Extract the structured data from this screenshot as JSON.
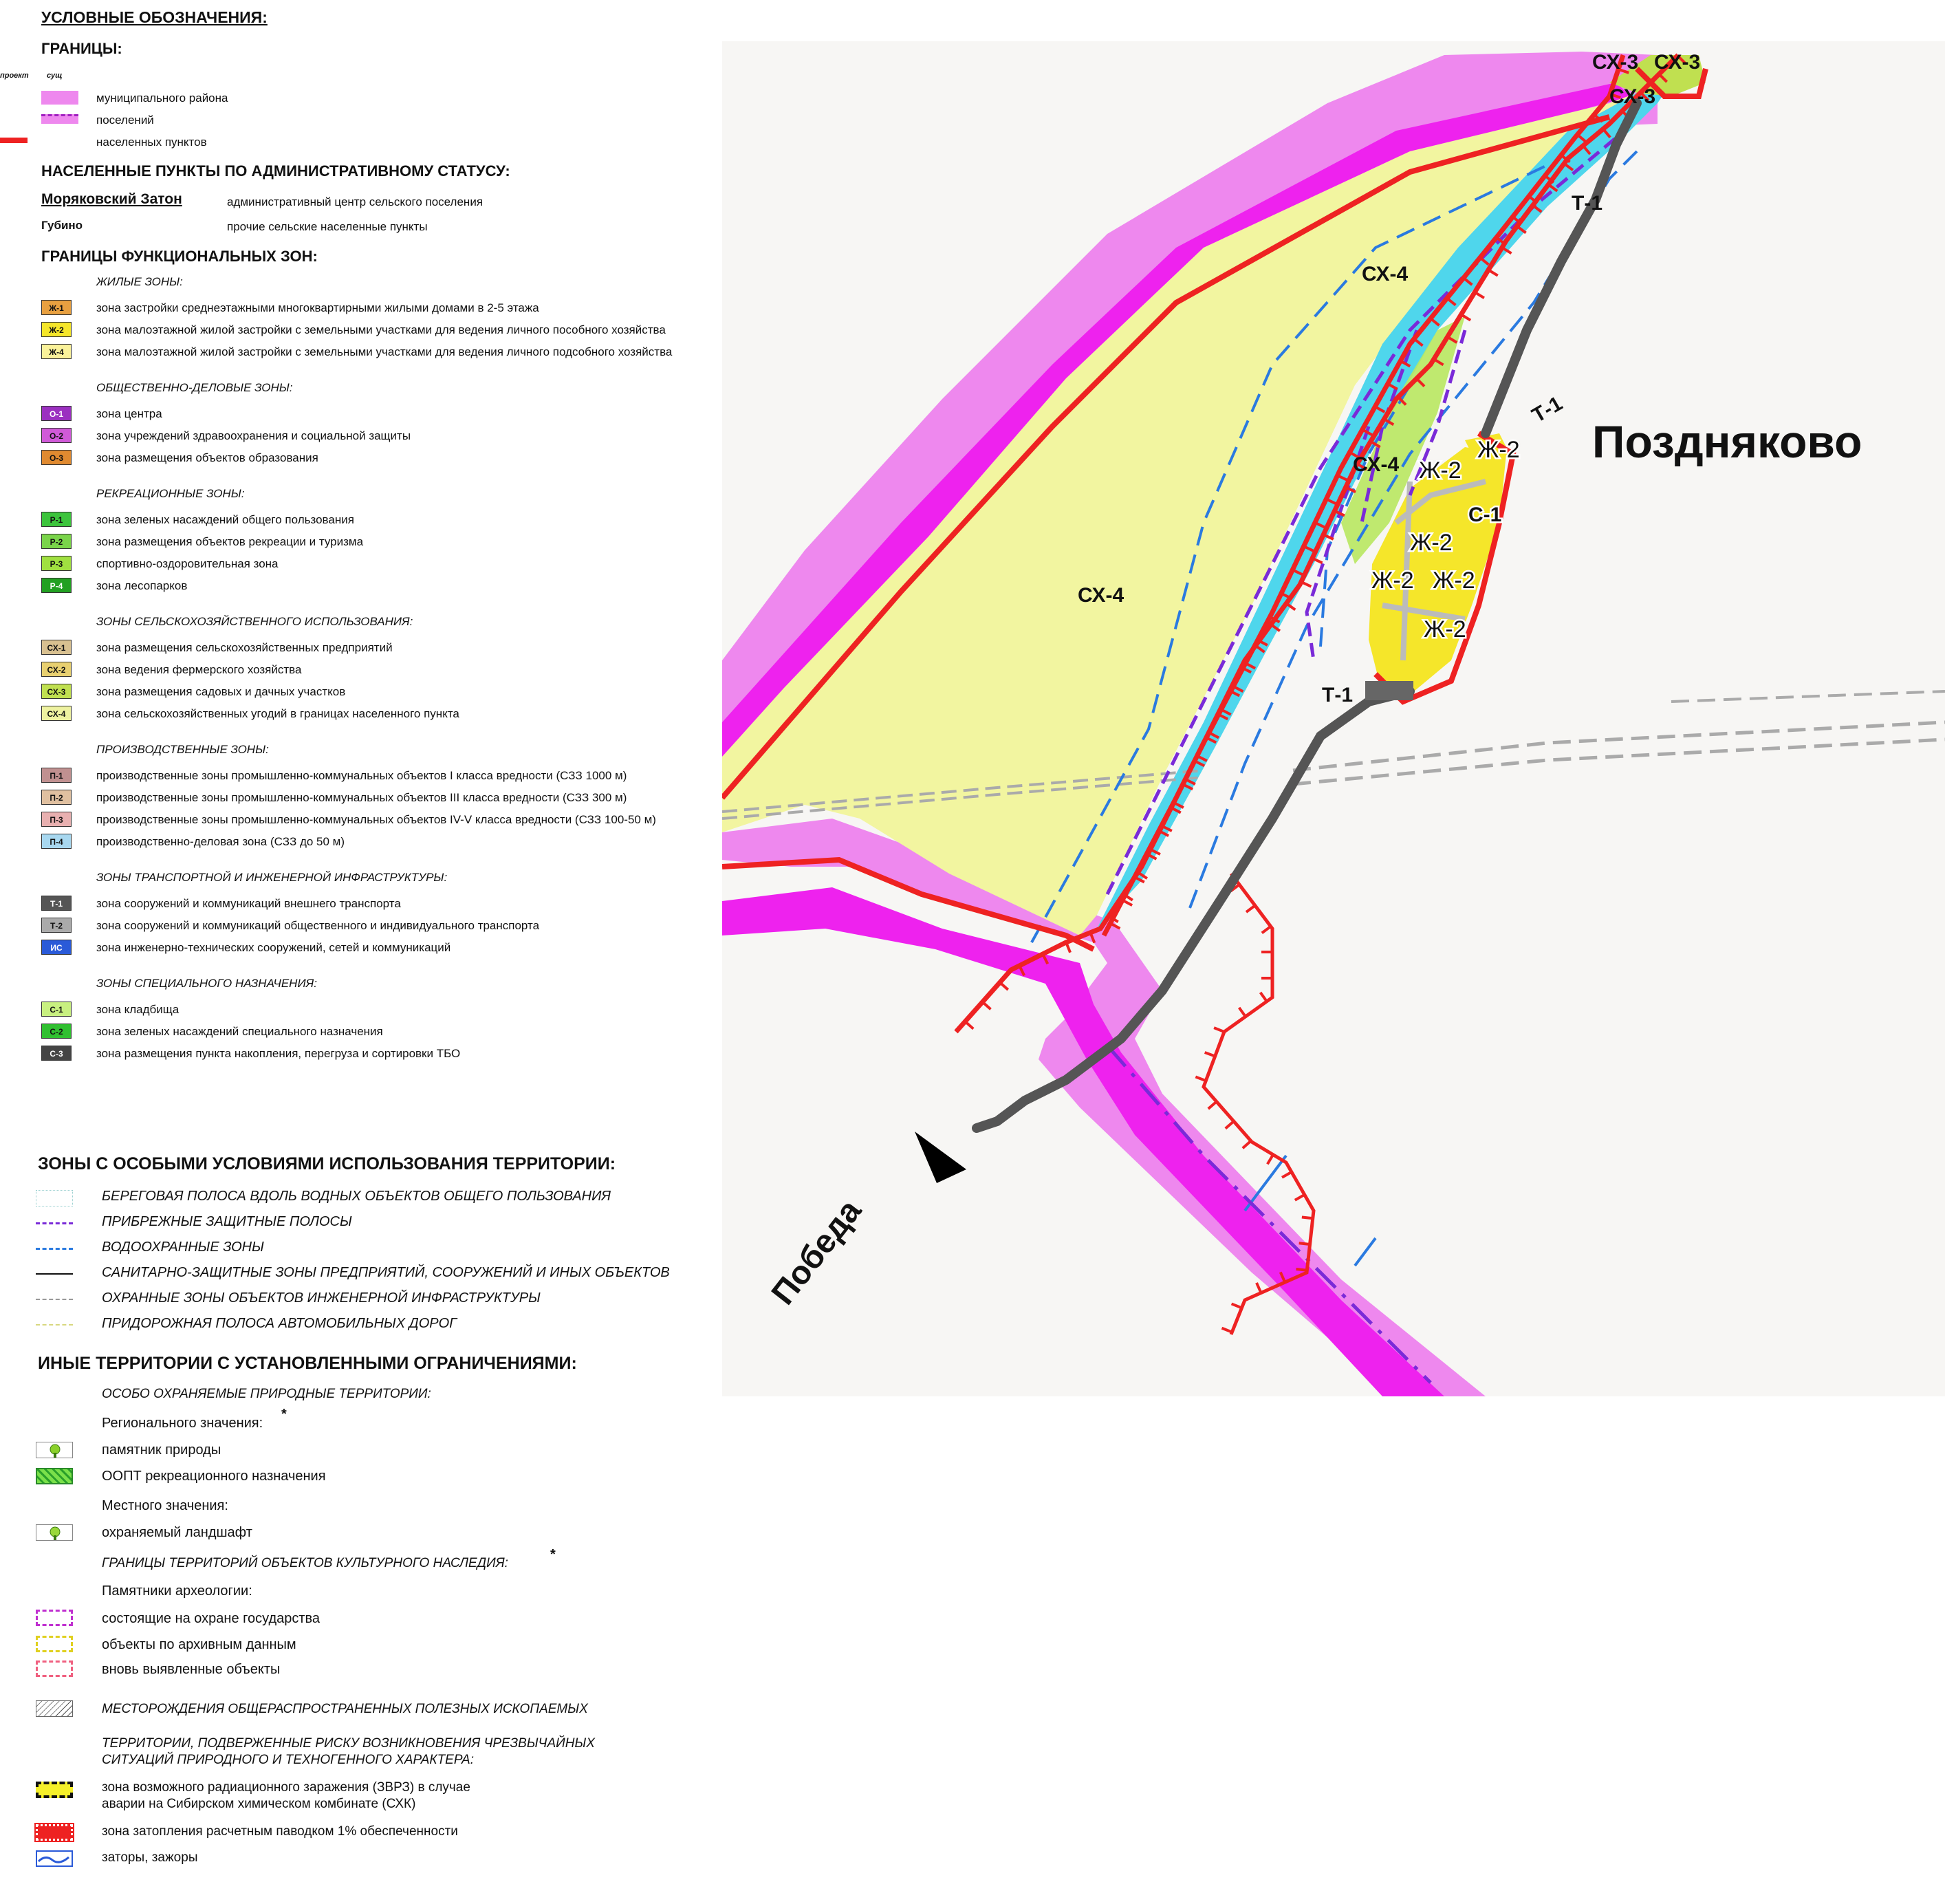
{
  "legend": {
    "title": "УСЛОВНЫЕ ОБОЗНАЧЕНИЯ:",
    "borders_header": "ГРАНИЦЫ:",
    "col_project": "проект",
    "col_existing": "сущ",
    "borders": [
      "муниципального района",
      "поселений",
      "населенных пунктов"
    ],
    "settlements_header": "НАСЕЛЕННЫЕ ПУНКТЫ ПО АДМИНИСТРАТИВНОМУ СТАТУСУ:",
    "settlement_center_name": "Моряковский Затон",
    "settlement_center_desc": "административный центр сельского поселения",
    "settlement_other_name": "Губино",
    "settlement_other_desc": "прочие сельские населенные пункты",
    "zones_header": "ГРАНИЦЫ ФУНКЦИОНАЛЬНЫХ ЗОН:",
    "groups": [
      {
        "title": "ЖИЛЫЕ ЗОНЫ:",
        "items": [
          {
            "code": "Ж-1",
            "color": "#e8a040",
            "text": "зона застройки среднеэтажными многоквартирными жилыми домами в 2-5 этажа"
          },
          {
            "code": "Ж-2",
            "color": "#f5e62a",
            "text": "зона малоэтажной жилой застройки с земельными участками для ведения личного пособного хозяйства"
          },
          {
            "code": "Ж-4",
            "color": "#faf29a",
            "text": "зона малоэтажной жилой застройки с земельными участками для ведения личного подсобного хозяйства"
          }
        ]
      },
      {
        "title": "ОБЩЕСТВЕННО-ДЕЛОВЫЕ ЗОНЫ:",
        "items": [
          {
            "code": "О-1",
            "color": "#9b30c0",
            "text": "зона центра"
          },
          {
            "code": "О-2",
            "color": "#d05ad8",
            "text": "зона учреждений здравоохранения и социальной защиты"
          },
          {
            "code": "О-3",
            "color": "#e08a30",
            "text": "зона размещения объектов образования"
          }
        ]
      },
      {
        "title": "РЕКРЕАЦИОННЫЕ ЗОНЫ:",
        "items": [
          {
            "code": "Р-1",
            "color": "#3cc43c",
            "text": "зона зеленых насаждений общего пользования"
          },
          {
            "code": "Р-2",
            "color": "#7ad44a",
            "text": "зона размещения объектов рекреации и туризма"
          },
          {
            "code": "Р-3",
            "color": "#a0e040",
            "text": "спортивно-оздоровительная зона"
          },
          {
            "code": "Р-4",
            "color": "#22a022",
            "text": "зона лесопарков"
          }
        ]
      },
      {
        "title": "ЗОНЫ СЕЛЬСКОХОЗЯЙСТВЕННОГО ИСПОЛЬЗОВАНИЯ:",
        "items": [
          {
            "code": "СХ-1",
            "color": "#d8c090",
            "text": "зона размещения сельскохозяйственных предприятий"
          },
          {
            "code": "СХ-2",
            "color": "#e8d070",
            "text": "зона ведения фермерского хозяйства"
          },
          {
            "code": "СХ-3",
            "color": "#c0e050",
            "text": "зона размещения садовых и дачных участков"
          },
          {
            "code": "СХ-4",
            "color": "#eef2a0",
            "text": "зона сельскохозяйственных угодий в границах населенного пункта"
          }
        ]
      },
      {
        "title": "ПРОИЗВОДСТВЕННЫЕ ЗОНЫ:",
        "items": [
          {
            "code": "П-1",
            "color": "#c09090",
            "text": "производственные зоны промышленно-коммунальных объектов I класса вредности (СЗЗ 1000 м)"
          },
          {
            "code": "П-2",
            "color": "#e0c0a0",
            "text": "производственные зоны промышленно-коммунальных объектов III класса вредности (СЗЗ 300 м)"
          },
          {
            "code": "П-3",
            "color": "#e8b0b0",
            "text": "производственные зоны промышленно-коммунальных объектов IV-V класса вредности (СЗЗ 100-50 м)"
          },
          {
            "code": "П-4",
            "color": "#a8d8f0",
            "text": "производственно-деловая зона (СЗЗ до 50 м)"
          }
        ]
      },
      {
        "title": "ЗОНЫ ТРАНСПОРТНОЙ И ИНЖЕНЕРНОЙ ИНФРАСТРУКТУРЫ:",
        "items": [
          {
            "code": "Т-1",
            "color": "#555555",
            "text": "зона сооружений и коммуникаций внешнего транспорта"
          },
          {
            "code": "Т-2",
            "color": "#aaaaaa",
            "text": "зона сооружений и коммуникаций общественного и индивидуального транспорта"
          },
          {
            "code": "ИС",
            "color": "#2a5ad8",
            "text": "зона инженерно-технических сооружений, сетей и коммуникаций"
          }
        ]
      },
      {
        "title": "ЗОНЫ СПЕЦИАЛЬНОГО НАЗНАЧЕНИЯ:",
        "items": [
          {
            "code": "С-1",
            "color": "#c8f080",
            "text": "зона кладбища"
          },
          {
            "code": "С-2",
            "color": "#30c030",
            "text": "зона зеленых насаждений специального назначения"
          },
          {
            "code": "С-3",
            "color": "#444444",
            "text": "зона размещения пункта накопления, перегруза и сортировки ТБО"
          }
        ]
      }
    ],
    "special_header": "ЗОНЫ С ОСОБЫМИ УСЛОВИЯМИ ИСПОЛЬЗОВАНИЯ ТЕРРИТОРИИ:",
    "special": [
      "БЕРЕГОВАЯ ПОЛОСА ВДОЛЬ ВОДНЫХ ОБЪЕКТОВ ОБЩЕГО ПОЛЬЗОВАНИЯ",
      "ПРИБРЕЖНЫЕ ЗАЩИТНЫЕ ПОЛОСЫ",
      "ВОДООХРАННЫЕ ЗОНЫ",
      "САНИТАРНО-ЗАЩИТНЫЕ ЗОНЫ ПРЕДПРИЯТИЙ, СООРУЖЕНИЙ И ИНЫХ ОБЪЕКТОВ",
      "ОХРАННЫЕ ЗОНЫ ОБЪЕКТОВ ИНЖЕНЕРНОЙ ИНФРАСТРУКТУРЫ",
      "ПРИДОРОЖНАЯ ПОЛОСА АВТОМОБИЛЬНЫХ ДОРОГ"
    ],
    "other_header": "ИНЫЕ ТЕРРИТОРИИ С УСТАНОВЛЕННЫМИ ОГРАНИЧЕНИЯМИ:",
    "oopt_title": "ОСОБО ОХРАНЯЕМЫЕ ПРИРОДНЫЕ ТЕРРИТОРИИ:",
    "regional": "Регионального значения:",
    "asterisk": "*",
    "nature_monument": "памятник природы",
    "oopt_recreation": "ООПТ рекреационного назначения",
    "local": "Местного значения:",
    "protected_landscape": "охраняемый ландшафт",
    "heritage_title": "ГРАНИЦЫ ТЕРРИТОРИЙ ОБЪЕКТОВ КУЛЬТУРНОГО НАСЛЕДИЯ:",
    "archaeology": "Памятники археологии:",
    "arch_items": [
      "состоящие на охране государства",
      "объекты по архивным данным",
      "вновь выявленные объекты"
    ],
    "deposits": "МЕСТОРОЖДЕНИЯ ОБЩЕРАСПРОСТРАНЕННЫХ ПОЛЕЗНЫХ ИСКОПАЕМЫХ",
    "risk_title_1": "ТЕРРИТОРИИ, ПОДВЕРЖЕННЫЕ РИСКУ ВОЗНИКНОВЕНИЯ ЧРЕЗВЫЧАЙНЫХ",
    "risk_title_2": "СИТУАЦИЙ ПРИРОДНОГО И ТЕХНОГЕННОГО ХАРАКТЕРА:",
    "zvrz_1": "зона возможного радиационного заражения (ЗВРЗ) в случае",
    "zvrz_2": "аварии на Сибирском химическом комбинате (СХК)",
    "flood": "зона затопления расчетным паводком 1% обеспеченности",
    "jams": "заторы, зажоры"
  },
  "map": {
    "village": "Поздняково",
    "direction": "Победа",
    "labels": {
      "cx3_a": "СХ-3",
      "cx3_b": "СХ-3",
      "cx3_c": "СХ-3",
      "t1_a": "Т-1",
      "t1_b": "Т-1",
      "t1_c": "Т-1",
      "cx4_a": "СХ-4",
      "cx4_b": "СХ-4",
      "cx4_c": "СХ-4",
      "zh2_a": "Ж-2",
      "zh2_b": "Ж-2",
      "zh2_c": "Ж-2",
      "zh2_d": "Ж-2",
      "zh2_e": "Ж-2",
      "zh2_f": "Ж-2",
      "c1": "С-1"
    },
    "colors": {
      "district_border": "#ee88ee",
      "district_border_core": "#ee22ee",
      "agri_field": "#f2f5a0",
      "water": "#4fd6ec",
      "residential": "#f5e62a",
      "road": "#555555",
      "flood_line": "#ee2222",
      "water_protection": "#2a7ae0",
      "coastal_strip": "#7a2ad8"
    }
  }
}
